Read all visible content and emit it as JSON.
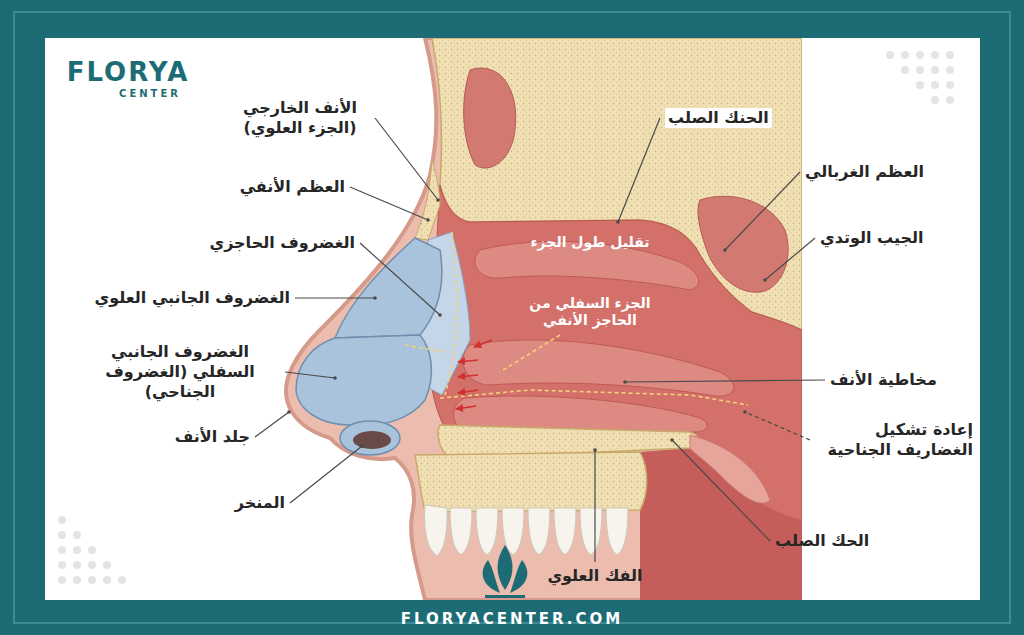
{
  "diagram": {
    "labels": [
      "FLORYA",
      "CENTER",
      "الأنف الخارجي (الجزء العلوي)",
      "العظم الأنفي",
      "الغضروف الحاجزي",
      "الغضروف الجانبي العلوي",
      "الغضروف الجانبي السفلي (الغضروف الجناحي)",
      "جلد الأنف",
      "المنخر",
      "الحنك الصلب",
      "العظم الغربالي",
      "الجيب الوتدي",
      "تقليل طول الجزء",
      "الجزء السفلي من الحاجز الأنفي",
      "مخاطية الأنف",
      "إعادة تشكيل الغضاريف الجناحية",
      "الحك الصلب",
      "الفك العلوي",
      "FLORYACENTER.COM"
    ]
  }
}
